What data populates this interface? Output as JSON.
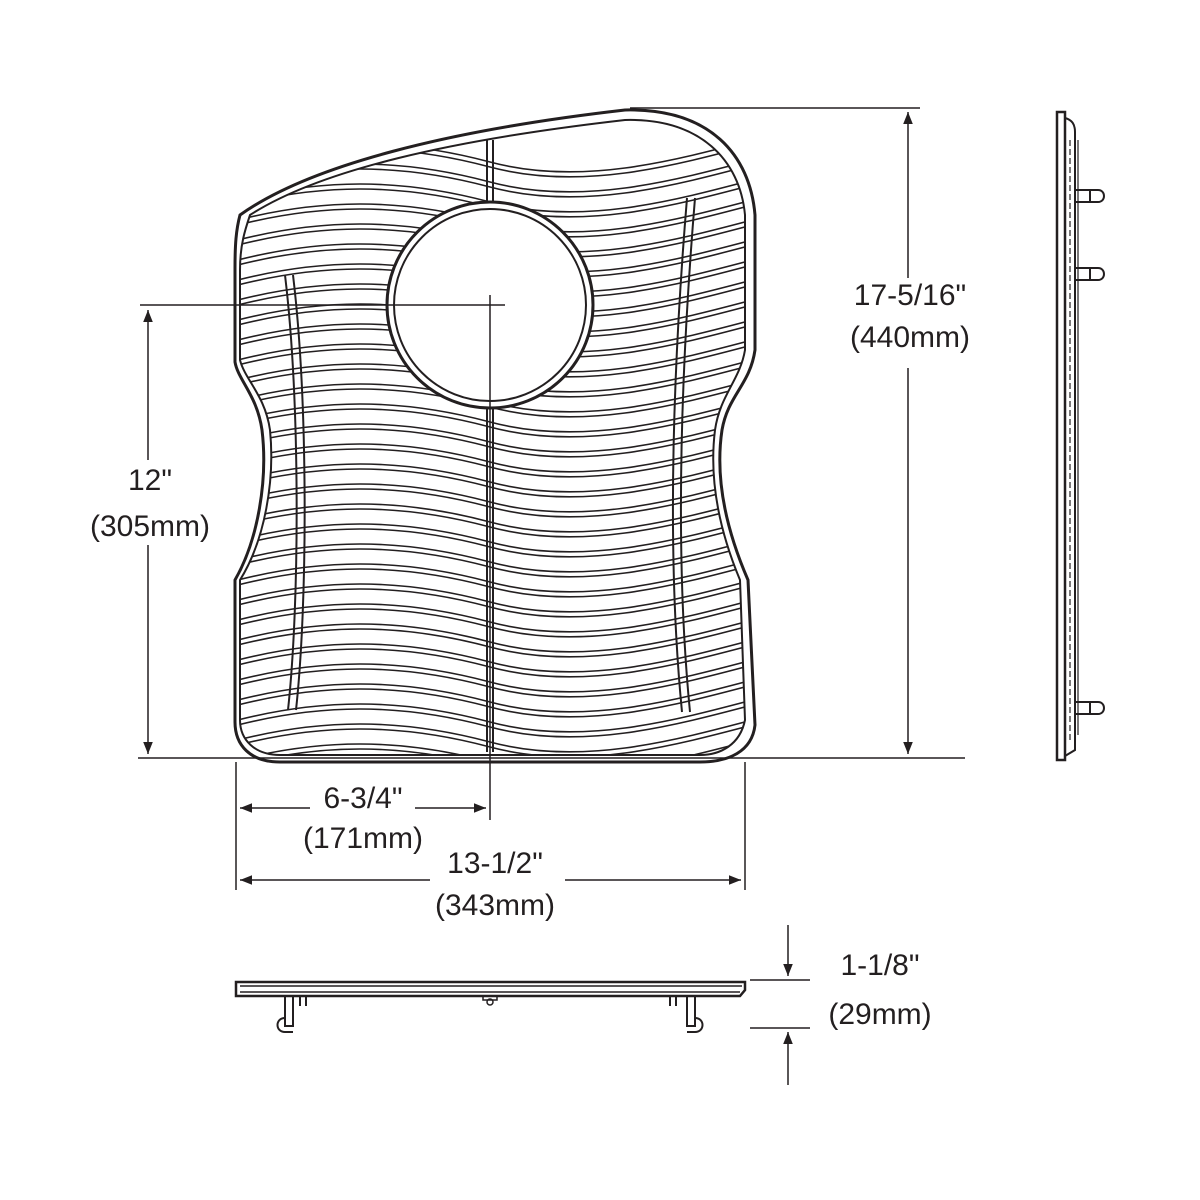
{
  "dimensions": {
    "height_total": {
      "imperial": "17-5/16\"",
      "metric": "(440mm)"
    },
    "drain_center_height": {
      "imperial": "12\"",
      "metric": "(305mm)"
    },
    "drain_center_offset": {
      "imperial": "6-3/4\"",
      "metric": "(171mm)"
    },
    "width_total": {
      "imperial": "13-1/2\"",
      "metric": "(343mm)"
    },
    "depth": {
      "imperial": "1-1/8\"",
      "metric": "(29mm)"
    }
  },
  "colors": {
    "ink": "#231f20",
    "background": "#ffffff"
  }
}
